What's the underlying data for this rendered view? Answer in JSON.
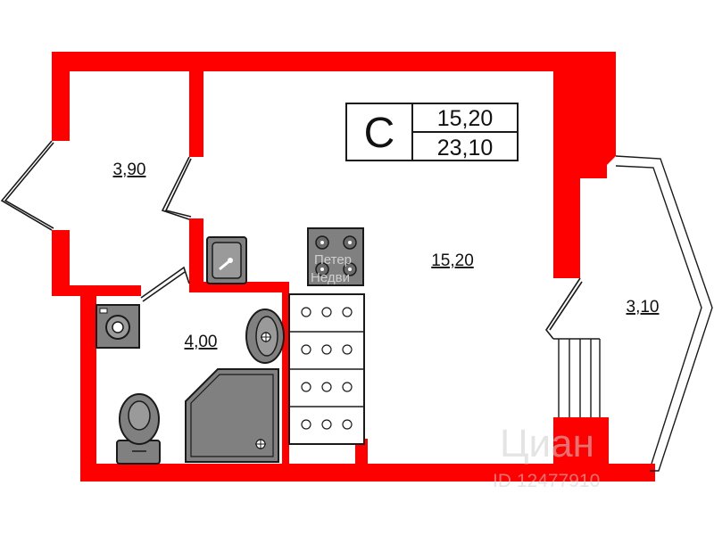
{
  "badge": {
    "letter": "С",
    "living_area": "15,20",
    "total_area": "23,10"
  },
  "rooms": {
    "hallway_area": "3,90",
    "living_room_area": "15,20",
    "bathroom_area": "4,00",
    "balcony_area": "3,10"
  },
  "watermark": {
    "brand": "Циан",
    "listing_id": "ID 12477910",
    "agency_line1": "Петер",
    "agency_line2": "Недви"
  },
  "colors": {
    "wall": "#ff0000",
    "fixture": "#808080",
    "line": "#1a1a1a"
  }
}
